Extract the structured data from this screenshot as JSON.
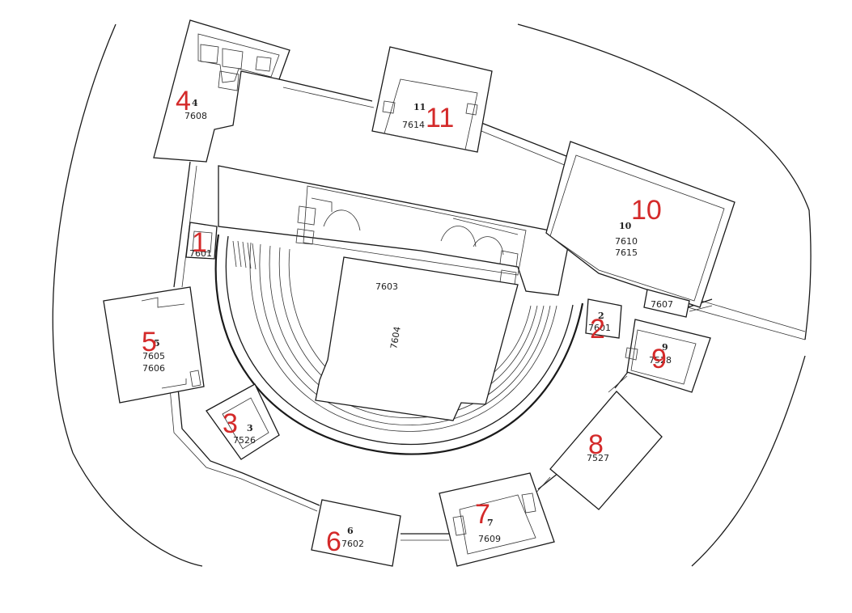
{
  "plan": {
    "rooms": [
      {
        "id": "r1",
        "marker": "1",
        "small": "",
        "codes": [
          "7601"
        ]
      },
      {
        "id": "r2",
        "marker": "2",
        "small": "2",
        "codes": [
          "7601"
        ]
      },
      {
        "id": "r3",
        "marker": "3",
        "small": "3",
        "codes": [
          "7526"
        ]
      },
      {
        "id": "r4",
        "marker": "4",
        "small": "4",
        "codes": [
          "7608"
        ]
      },
      {
        "id": "r5",
        "marker": "5",
        "small": "5",
        "codes": [
          "7605",
          "7606"
        ]
      },
      {
        "id": "r6",
        "marker": "6",
        "small": "6",
        "codes": [
          "7602"
        ]
      },
      {
        "id": "r7",
        "marker": "7",
        "small": "7",
        "codes": [
          "7609"
        ]
      },
      {
        "id": "r8",
        "marker": "8",
        "small": "",
        "codes": [
          "7527"
        ]
      },
      {
        "id": "r9",
        "marker": "9",
        "small": "9",
        "codes": [
          "7528"
        ]
      },
      {
        "id": "r10",
        "marker": "10",
        "small": "10",
        "codes": [
          "7610",
          "7615"
        ]
      },
      {
        "id": "r11",
        "marker": "11",
        "small": "11",
        "codes": [
          "7614"
        ]
      }
    ],
    "zones": [
      {
        "id": "orchestra",
        "code": "7603"
      },
      {
        "id": "stage",
        "code": "7604"
      },
      {
        "id": "corridor",
        "code": "7607"
      }
    ],
    "colors": {
      "marker": "#d42a2a",
      "line": "#1a1a1a"
    }
  }
}
